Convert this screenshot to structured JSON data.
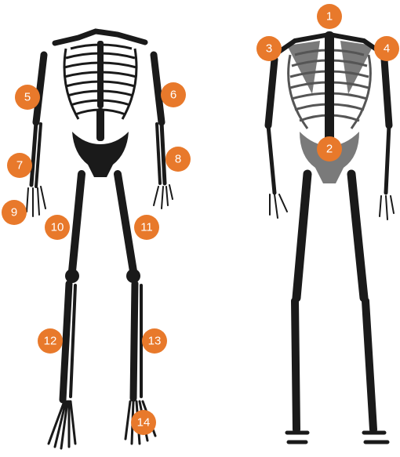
{
  "colors": {
    "marker": "#E8792B",
    "marker_text": "#FFFFFF",
    "bone": "#1A1A1A",
    "bone_shade": "#7A7A7A",
    "background": "#FFFFFF"
  },
  "figures": [
    {
      "view": "anterior",
      "markers": [
        "5",
        "6",
        "7",
        "8",
        "9",
        "10",
        "11",
        "12",
        "13",
        "14"
      ]
    },
    {
      "view": "posterior",
      "markers": [
        "1",
        "2",
        "3",
        "4"
      ]
    }
  ],
  "markers": {
    "m1": "1",
    "m2": "2",
    "m3": "3",
    "m4": "4",
    "m5": "5",
    "m6": "6",
    "m7": "7",
    "m8": "8",
    "m9": "9",
    "m10": "10",
    "m11": "11",
    "m12": "12",
    "m13": "13",
    "m14": "14"
  }
}
